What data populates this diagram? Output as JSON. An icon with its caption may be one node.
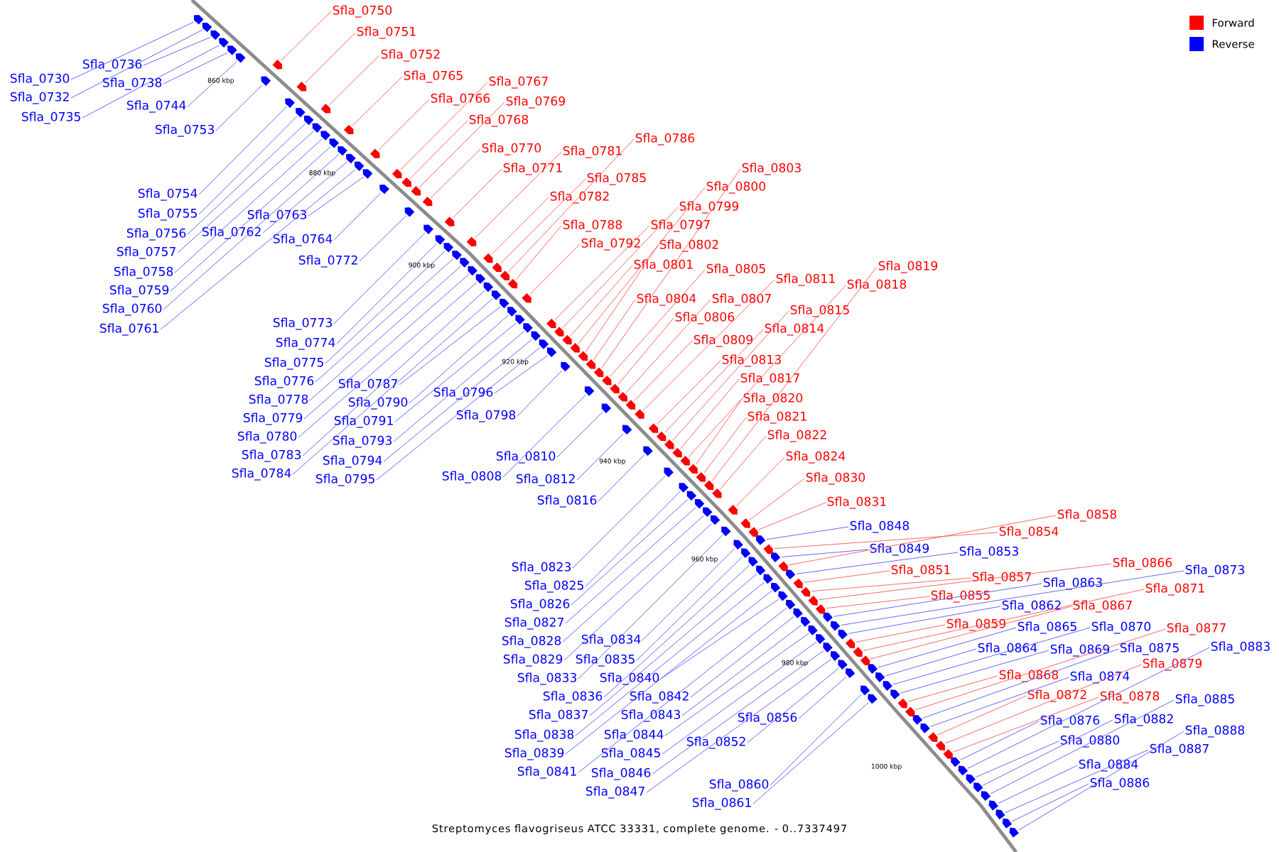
{
  "diagram": {
    "caption": "Streptomyces flavogriseus ATCC 33331, complete genome. - 0..7337497",
    "nodes": [
      {
        "text": [
          "Sfla_0730"
        ]
      },
      {
        "text": [
          "Sfla_0732"
        ]
      },
      {
        "text": [
          "Sfla_0735"
        ]
      },
      {
        "text": [
          "Sfla_0736"
        ]
      },
      {
        "text": [
          "Sfla_0738"
        ]
      },
      {
        "text": [
          "Sfla_0744"
        ]
      },
      {
        "text": [
          "Sfla_0753"
        ]
      },
      {
        "text": [
          "Sfla_0754"
        ]
      },
      {
        "text": [
          "Sfla_0755"
        ]
      },
      {
        "text": [
          "Sfla_0756"
        ]
      },
      {
        "text": [
          "Sfla_0757"
        ]
      },
      {
        "text": [
          "Sfla_0758"
        ]
      },
      {
        "text": [
          "Sfla_0759"
        ]
      },
      {
        "text": [
          "Sfla_0760"
        ]
      },
      {
        "text": [
          "Sfla_0761"
        ]
      },
      {
        "text": [
          "Sfla_0762"
        ]
      },
      {
        "text": [
          "Sfla_0763"
        ]
      },
      {
        "text": [
          "Sfla_0764"
        ]
      },
      {
        "text": [
          "Sfla_0772"
        ]
      },
      {
        "text": [
          "Sfla_0773"
        ]
      },
      {
        "text": [
          "Sfla_0774"
        ]
      },
      {
        "text": [
          "Sfla_0775"
        ]
      },
      {
        "text": [
          "Sfla_0776"
        ]
      },
      {
        "text": [
          "Sfla_0778"
        ]
      },
      {
        "text": [
          "Sfla_0779"
        ]
      },
      {
        "text": [
          "Sfla_0780"
        ]
      },
      {
        "text": [
          "Sfla_0783"
        ]
      },
      {
        "text": [
          "Sfla_0784"
        ]
      },
      {
        "text": [
          "Sfla_0787"
        ]
      },
      {
        "text": [
          "Sfla_0790"
        ]
      },
      {
        "text": [
          "Sfla_0791"
        ]
      },
      {
        "text": [
          "Sfla_0793"
        ]
      },
      {
        "text": [
          "Sfla_0794"
        ]
      },
      {
        "text": [
          "Sfla_0795"
        ]
      },
      {
        "text": [
          "Sfla_0796"
        ]
      },
      {
        "text": [
          "Sfla_0798"
        ]
      },
      {
        "text": [
          "Sfla_0810"
        ]
      },
      {
        "text": [
          "Sfla_0808"
        ]
      },
      {
        "text": [
          "Sfla_0812"
        ]
      },
      {
        "text": [
          "Sfla_0816"
        ]
      },
      {
        "text": [
          "Sfla_0823"
        ]
      },
      {
        "text": [
          "Sfla_0825"
        ]
      },
      {
        "text": [
          "Sfla_0826"
        ]
      },
      {
        "text": [
          "Sfla_0827"
        ]
      },
      {
        "text": [
          "Sfla_0828"
        ]
      },
      {
        "text": [
          "Sfla_0829"
        ]
      },
      {
        "text": [
          "Sfla_0833"
        ]
      },
      {
        "text": [
          "Sfla_0834"
        ]
      },
      {
        "text": [
          "Sfla_0835"
        ]
      },
      {
        "text": [
          "Sfla_0836"
        ]
      },
      {
        "text": [
          "Sfla_0837"
        ]
      },
      {
        "text": [
          "Sfla_0838"
        ]
      },
      {
        "text": [
          "Sfla_0839"
        ]
      },
      {
        "text": [
          "Sfla_0841"
        ]
      },
      {
        "text": [
          "Sfla_0840"
        ]
      },
      {
        "text": [
          "Sfla_0842"
        ]
      },
      {
        "text": [
          "Sfla_0843"
        ]
      },
      {
        "text": [
          "Sfla_0844"
        ]
      },
      {
        "text": [
          "Sfla_0845"
        ]
      },
      {
        "text": [
          "Sfla_0846"
        ]
      },
      {
        "text": [
          "Sfla_0847"
        ]
      },
      {
        "text": [
          "Sfla_0852"
        ]
      },
      {
        "text": [
          "Sfla_0856"
        ]
      },
      {
        "text": [
          "Sfla_0860"
        ]
      },
      {
        "text": [
          "Sfla_0861"
        ]
      },
      {
        "text": [
          "Sfla_0848"
        ]
      },
      {
        "text": [
          "Sfla_0849"
        ]
      },
      {
        "text": [
          "Sfla_0853"
        ]
      },
      {
        "text": [
          "Sfla_0862"
        ]
      },
      {
        "text": [
          "Sfla_0863"
        ]
      },
      {
        "text": [
          "Sfla_0864"
        ]
      },
      {
        "text": [
          "Sfla_0865"
        ]
      },
      {
        "text": [
          "Sfla_0869"
        ]
      },
      {
        "text": [
          "Sfla_0870"
        ]
      },
      {
        "text": [
          "Sfla_0873"
        ]
      },
      {
        "text": [
          "Sfla_0874"
        ]
      },
      {
        "text": [
          "Sfla_0875"
        ]
      },
      {
        "text": [
          "Sfla_0876"
        ]
      },
      {
        "text": [
          "Sfla_0880"
        ]
      },
      {
        "text": [
          "Sfla_0882"
        ]
      },
      {
        "text": [
          "Sfla_0883"
        ]
      },
      {
        "text": [
          "Sfla_0884"
        ]
      },
      {
        "text": [
          "Sfla_0885"
        ]
      },
      {
        "text": [
          "Sfla_0886"
        ]
      },
      {
        "text": [
          "Sfla_0887"
        ]
      },
      {
        "text": [
          "Sfla_0888"
        ]
      },
      {
        "text": [
          "Sfla_0750"
        ]
      },
      {
        "text": [
          "Sfla_0751"
        ]
      },
      {
        "text": [
          "Sfla_0752"
        ]
      },
      {
        "text": [
          "Sfla_0765"
        ]
      },
      {
        "text": [
          "Sfla_0766"
        ]
      },
      {
        "text": [
          "Sfla_0767"
        ]
      },
      {
        "text": [
          "Sfla_0768"
        ]
      },
      {
        "text": [
          "Sfla_0769"
        ]
      },
      {
        "text": [
          "Sfla_0770"
        ]
      },
      {
        "text": [
          "Sfla_0771"
        ]
      },
      {
        "text": [
          "Sfla_0781"
        ]
      },
      {
        "text": [
          "Sfla_0782"
        ]
      },
      {
        "text": [
          "Sfla_0785"
        ]
      },
      {
        "text": [
          "Sfla_0786"
        ]
      },
      {
        "text": [
          "Sfla_0788"
        ]
      },
      {
        "text": [
          "Sfla_0792"
        ]
      },
      {
        "text": [
          "Sfla_0797"
        ]
      },
      {
        "text": [
          "Sfla_0799"
        ]
      },
      {
        "text": [
          "Sfla_0800"
        ]
      },
      {
        "text": [
          "Sfla_0801"
        ]
      },
      {
        "text": [
          "Sfla_0802"
        ]
      },
      {
        "text": [
          "Sfla_0803"
        ]
      },
      {
        "text": [
          "Sfla_0804"
        ]
      },
      {
        "text": [
          "Sfla_0805"
        ]
      },
      {
        "text": [
          "Sfla_0806"
        ]
      },
      {
        "text": [
          "Sfla_0807"
        ]
      },
      {
        "text": [
          "Sfla_0809"
        ]
      },
      {
        "text": [
          "Sfla_0811"
        ]
      },
      {
        "text": [
          "Sfla_0813"
        ]
      },
      {
        "text": [
          "Sfla_0814"
        ]
      },
      {
        "text": [
          "Sfla_0815"
        ]
      },
      {
        "text": [
          "Sfla_0817"
        ]
      },
      {
        "text": [
          "Sfla_0818"
        ]
      },
      {
        "text": [
          "Sfla_0819"
        ]
      },
      {
        "text": [
          "Sfla_0820"
        ]
      },
      {
        "text": [
          "Sfla_0821"
        ]
      },
      {
        "text": [
          "Sfla_0822"
        ]
      },
      {
        "text": [
          "Sfla_0824"
        ]
      },
      {
        "text": [
          "Sfla_0830"
        ]
      },
      {
        "text": [
          "Sfla_0831"
        ]
      },
      {
        "text": [
          "Sfla_0851"
        ]
      },
      {
        "text": [
          "Sfla_0854"
        ]
      },
      {
        "text": [
          "Sfla_0855"
        ]
      },
      {
        "text": [
          "Sfla_0857"
        ]
      },
      {
        "text": [
          "Sfla_0858"
        ]
      },
      {
        "text": [
          "Sfla_0859"
        ]
      },
      {
        "text": [
          "Sfla_0866"
        ]
      },
      {
        "text": [
          "Sfla_0867"
        ]
      },
      {
        "text": [
          "Sfla_0868"
        ]
      },
      {
        "text": [
          "Sfla_0871"
        ]
      },
      {
        "text": [
          "Sfla_0872"
        ]
      },
      {
        "text": [
          "Sfla_0877"
        ]
      },
      {
        "text": [
          "Sfla_0878"
        ]
      },
      {
        "text": [
          "Sfla_0879"
        ]
      },
      {
        "text": [],
        "shape": "arrow"
      },
      {
        "text": [],
        "shape": "arrow"
      },
      {
        "text": [],
        "shape": "arrow"
      },
      {
        "text": [],
        "shape": "arrow"
      },
      {
        "text": [],
        "shape": "arrow"
      },
      {
        "text": [],
        "shape": "arrow"
      },
      {
        "text": [],
        "shape": "arrow"
      },
      {
        "text": [],
        "shape": "arrow"
      },
      {
        "text": [],
        "shape": "arrow"
      },
      {
        "text": [],
        "shape": "arrow"
      },
      {
        "text": [],
        "shape": "arrow"
      },
      {
        "text": [],
        "shape": "arrow"
      },
      {
        "text": [],
        "shape": "arrow"
      },
      {
        "text": [],
        "shape": "arrow"
      },
      {
        "text": [],
        "shape": "arrow"
      },
      {
        "text": [],
        "shape": "arrow"
      },
      {
        "text": [],
        "shape": "arrow"
      },
      {
        "text": [],
        "shape": "arrow"
      },
      {
        "text": [],
        "shape": "arrow"
      },
      {
        "text": [],
        "shape": "arrow"
      },
      {
        "text": [],
        "shape": "arrow"
      },
      {
        "text": [],
        "shape": "arrow"
      },
      {
        "text": [],
        "shape": "arrow"
      },
      {
        "text": [],
        "shape": "arrow"
      },
      {
        "text": [],
        "shape": "arrow"
      },
      {
        "text": [],
        "shape": "arrow"
      },
      {
        "text": [],
        "shape": "arrow"
      },
      {
        "text": [],
        "shape": "arrow"
      },
      {
        "text": [],
        "shape": "arrow"
      },
      {
        "text": [],
        "shape": "arrow"
      },
      {
        "text": [],
        "shape": "arrow"
      },
      {
        "text": [],
        "shape": "arrow"
      },
      {
        "text": [],
        "shape": "arrow"
      },
      {
        "text": [],
        "shape": "arrow"
      },
      {
        "text": [],
        "shape": "arrow"
      },
      {
        "text": [],
        "shape": "arrow"
      },
      {
        "text": [],
        "shape": "arrow"
      },
      {
        "text": [],
        "shape": "arrow"
      },
      {
        "text": [],
        "shape": "arrow"
      },
      {
        "text": [],
        "shape": "arrow"
      },
      {
        "text": [],
        "shape": "arrow"
      },
      {
        "text": [],
        "shape": "arrow"
      },
      {
        "text": [],
        "shape": "arrow"
      },
      {
        "text": [],
        "shape": "arrow"
      },
      {
        "text": [],
        "shape": "arrow"
      },
      {
        "text": [],
        "shape": "arrow"
      },
      {
        "text": [],
        "shape": "arrow"
      },
      {
        "text": [],
        "shape": "arrow"
      },
      {
        "text": [],
        "shape": "arrow"
      },
      {
        "text": [],
        "shape": "arrow"
      },
      {
        "text": [],
        "shape": "arrow"
      },
      {
        "text": [],
        "shape": "arrow"
      },
      {
        "text": [],
        "shape": "arrow"
      },
      {
        "text": [],
        "shape": "arrow"
      },
      {
        "text": [],
        "shape": "arrow"
      },
      {
        "text": [],
        "shape": "arrow"
      },
      {
        "text": [],
        "shape": "arrow"
      },
      {
        "text": [],
        "shape": "arrow"
      },
      {
        "text": [],
        "shape": "arrow"
      },
      {
        "text": [],
        "shape": "arrow"
      },
      {
        "text": [],
        "shape": "arrow"
      },
      {
        "text": [],
        "shape": "arrow"
      },
      {
        "text": [],
        "shape": "arrow"
      },
      {
        "text": [],
        "shape": "arrow"
      },
      {
        "text": [],
        "shape": "arrow"
      },
      {
        "text": [],
        "shape": "arrow"
      },
      {
        "text": [],
        "shape": "arrow"
      },
      {
        "text": [],
        "shape": "arrow"
      },
      {
        "text": [],
        "shape": "arrow"
      },
      {
        "text": [],
        "shape": "arrow"
      },
      {
        "text": [],
        "shape": "arrow"
      },
      {
        "text": [],
        "shape": "arrow"
      },
      {
        "text": [],
        "shape": "arrow"
      },
      {
        "text": [],
        "shape": "arrow"
      },
      {
        "text": [],
        "shape": "arrow"
      },
      {
        "text": [],
        "shape": "arrow"
      },
      {
        "text": [],
        "shape": "arrow"
      },
      {
        "text": [],
        "shape": "arrow"
      },
      {
        "text": [],
        "shape": "arrow"
      },
      {
        "text": [],
        "shape": "arrow"
      },
      {
        "text": [],
        "shape": "arrow"
      },
      {
        "text": [],
        "shape": "arrow"
      },
      {
        "text": [],
        "shape": "arrow"
      },
      {
        "text": [],
        "shape": "arrow"
      },
      {
        "text": [],
        "shape": "arrow"
      },
      {
        "text": [],
        "shape": "arrow"
      },
      {
        "text": [],
        "shape": "arrow"
      },
      {
        "text": [],
        "shape": "arrow"
      },
      {
        "text": [],
        "shape": "arrow"
      },
      {
        "text": [],
        "shape": "arrow"
      },
      {
        "text": [],
        "shape": "arrow"
      },
      {
        "text": [],
        "shape": "arrow"
      },
      {
        "text": [],
        "shape": "arrow"
      },
      {
        "text": [],
        "shape": "arrow"
      },
      {
        "text": [],
        "shape": "arrow"
      },
      {
        "text": [],
        "shape": "arrow"
      },
      {
        "text": [],
        "shape": "arrow"
      },
      {
        "text": [],
        "shape": "arrow"
      },
      {
        "text": [],
        "shape": "arrow"
      },
      {
        "text": [],
        "shape": "arrow"
      },
      {
        "text": [],
        "shape": "arrow"
      },
      {
        "text": [],
        "shape": "arrow"
      },
      {
        "text": [],
        "shape": "arrow"
      },
      {
        "text": [],
        "shape": "arrow"
      },
      {
        "text": [],
        "shape": "arrow"
      },
      {
        "text": [],
        "shape": "arrow"
      },
      {
        "text": [],
        "shape": "arrow"
      },
      {
        "text": [],
        "shape": "arrow"
      },
      {
        "text": [],
        "shape": "arrow"
      },
      {
        "text": [],
        "shape": "arrow"
      },
      {
        "text": [],
        "shape": "arrow"
      },
      {
        "text": [],
        "shape": "arrow"
      },
      {
        "text": [],
        "shape": "arrow"
      },
      {
        "text": [],
        "shape": "arrow"
      },
      {
        "text": [],
        "shape": "arrow"
      },
      {
        "text": [],
        "shape": "arrow"
      },
      {
        "text": [],
        "shape": "arrow"
      },
      {
        "text": [],
        "shape": "arrow"
      },
      {
        "text": [],
        "shape": "arrow"
      },
      {
        "text": [],
        "shape": "arrow"
      },
      {
        "text": [],
        "shape": "arrow"
      },
      {
        "text": [],
        "shape": "arrow"
      },
      {
        "text": [],
        "shape": "arrow"
      },
      {
        "text": [],
        "shape": "arrow"
      },
      {
        "text": [],
        "shape": "arrow"
      },
      {
        "text": [],
        "shape": "arrow"
      },
      {
        "text": [],
        "shape": "arrow"
      },
      {
        "text": [],
        "shape": "arrow"
      },
      {
        "text": [],
        "shape": "arrow"
      },
      {
        "text": [],
        "shape": "arrow"
      },
      {
        "text": [],
        "shape": "arrow"
      },
      {
        "text": [],
        "shape": "arrow"
      },
      {
        "text": [],
        "shape": "arrow"
      },
      {
        "text": [],
        "shape": "arrow"
      },
      {
        "text": [],
        "shape": "arrow"
      },
      {
        "text": [],
        "shape": "arrow"
      },
      {
        "text": [],
        "shape": "arrow"
      },
      {
        "text": [],
        "shape": "arrow"
      },
      {
        "text": [],
        "shape": "arrow"
      },
      {
        "text": [],
        "shape": "arrow"
      }
    ],
    "edges": [
      {
        "from": 0,
        "to": 140,
        "arrow": "none",
        "color": "#5555ff"
      },
      {
        "from": 1,
        "to": 141,
        "arrow": "none",
        "color": "#5555ff"
      },
      {
        "from": 2,
        "to": 142,
        "arrow": "none",
        "color": "#5555ff"
      },
      {
        "from": 3,
        "to": 143,
        "arrow": "none",
        "color": "#5555ff"
      },
      {
        "from": 4,
        "to": 144,
        "arrow": "none",
        "color": "#5555ff"
      },
      {
        "from": 5,
        "to": 145,
        "arrow": "none",
        "color": "#5555ff"
      },
      {
        "from": 6,
        "to": 146,
        "arrow": "none",
        "color": "#5555ff"
      },
      {
        "from": 7,
        "to": 147,
        "arrow": "none",
        "color": "#5555ff"
      },
      {
        "from": 8,
        "to": 148,
        "arrow": "none",
        "color": "#5555ff"
      },
      {
        "from": 9,
        "to": 149,
        "arrow": "none",
        "color": "#5555ff"
      },
      {
        "from": 10,
        "to": 150,
        "arrow": "none",
        "color": "#5555ff"
      },
      {
        "from": 11,
        "to": 151,
        "arrow": "none",
        "color": "#5555ff"
      },
      {
        "from": 12,
        "to": 152,
        "arrow": "none",
        "color": "#5555ff"
      },
      {
        "from": 13,
        "to": 153,
        "arrow": "none",
        "color": "#5555ff"
      },
      {
        "from": 14,
        "to": 154,
        "arrow": "none",
        "color": "#5555ff"
      },
      {
        "from": 15,
        "to": 155,
        "arrow": "none",
        "color": "#5555ff"
      },
      {
        "from": 16,
        "to": 156,
        "arrow": "none",
        "color": "#5555ff"
      },
      {
        "from": 17,
        "to": 157,
        "arrow": "none",
        "color": "#5555ff"
      },
      {
        "from": 18,
        "to": 158,
        "arrow": "none",
        "color": "#5555ff"
      },
      {
        "from": 19,
        "to": 159,
        "arrow": "none",
        "color": "#5555ff"
      },
      {
        "from": 20,
        "to": 160,
        "arrow": "none",
        "color": "#5555ff"
      },
      {
        "from": 21,
        "to": 161,
        "arrow": "none",
        "color": "#5555ff"
      },
      {
        "from": 22,
        "to": 162,
        "arrow": "none",
        "color": "#5555ff"
      },
      {
        "from": 23,
        "to": 163,
        "arrow": "none",
        "color": "#5555ff"
      },
      {
        "from": 24,
        "to": 164,
        "arrow": "none",
        "color": "#5555ff"
      },
      {
        "from": 25,
        "to": 165,
        "arrow": "none",
        "color": "#5555ff"
      },
      {
        "from": 26,
        "to": 166,
        "arrow": "none",
        "color": "#5555ff"
      },
      {
        "from": 27,
        "to": 167,
        "arrow": "none",
        "color": "#5555ff"
      },
      {
        "from": 28,
        "to": 168,
        "arrow": "none",
        "color": "#5555ff"
      },
      {
        "from": 29,
        "to": 169,
        "arrow": "none",
        "color": "#5555ff"
      },
      {
        "from": 30,
        "to": 170,
        "arrow": "none",
        "color": "#5555ff"
      },
      {
        "from": 31,
        "to": 171,
        "arrow": "none",
        "color": "#5555ff"
      },
      {
        "from": 32,
        "to": 172,
        "arrow": "none",
        "color": "#5555ff"
      },
      {
        "from": 33,
        "to": 173,
        "arrow": "none",
        "color": "#5555ff"
      },
      {
        "from": 34,
        "to": 174,
        "arrow": "none",
        "color": "#5555ff"
      },
      {
        "from": 35,
        "to": 175,
        "arrow": "none",
        "color": "#5555ff"
      },
      {
        "from": 36,
        "to": 176,
        "arrow": "none",
        "color": "#5555ff"
      },
      {
        "from": 37,
        "to": 177,
        "arrow": "none",
        "color": "#5555ff"
      },
      {
        "from": 38,
        "to": 178,
        "arrow": "none",
        "color": "#5555ff"
      },
      {
        "from": 39,
        "to": 179,
        "arrow": "none",
        "color": "#5555ff"
      },
      {
        "from": 40,
        "to": 180,
        "arrow": "none",
        "color": "#5555ff"
      },
      {
        "from": 41,
        "to": 181,
        "arrow": "none",
        "color": "#5555ff"
      },
      {
        "from": 42,
        "to": 182,
        "arrow": "none",
        "color": "#5555ff"
      },
      {
        "from": 43,
        "to": 183,
        "arrow": "none",
        "color": "#5555ff"
      },
      {
        "from": 44,
        "to": 184,
        "arrow": "none",
        "color": "#5555ff"
      },
      {
        "from": 45,
        "to": 185,
        "arrow": "none",
        "color": "#5555ff"
      },
      {
        "from": 46,
        "to": 186,
        "arrow": "none",
        "color": "#5555ff"
      },
      {
        "from": 47,
        "to": 187,
        "arrow": "none",
        "color": "#5555ff"
      },
      {
        "from": 48,
        "to": 188,
        "arrow": "none",
        "color": "#5555ff"
      },
      {
        "from": 49,
        "to": 189,
        "arrow": "none",
        "color": "#5555ff"
      },
      {
        "from": 50,
        "to": 190,
        "arrow": "none",
        "color": "#5555ff"
      },
      {
        "from": 51,
        "to": 191,
        "arrow": "none",
        "color": "#5555ff"
      },
      {
        "from": 52,
        "to": 192,
        "arrow": "none",
        "color": "#5555ff"
      },
      {
        "from": 53,
        "to": 193,
        "arrow": "none",
        "color": "#5555ff"
      },
      {
        "from": 54,
        "to": 194,
        "arrow": "none",
        "color": "#5555ff"
      },
      {
        "from": 55,
        "to": 195,
        "arrow": "none",
        "color": "#5555ff"
      },
      {
        "from": 56,
        "to": 196,
        "arrow": "none",
        "color": "#5555ff"
      },
      {
        "from": 57,
        "to": 197,
        "arrow": "none",
        "color": "#5555ff"
      },
      {
        "from": 58,
        "to": 198,
        "arrow": "none",
        "color": "#5555ff"
      },
      {
        "from": 59,
        "to": 199,
        "arrow": "none",
        "color": "#5555ff"
      },
      {
        "from": 60,
        "to": 200,
        "arrow": "none",
        "color": "#5555ff"
      },
      {
        "from": 61,
        "to": 201,
        "arrow": "none",
        "color": "#5555ff"
      },
      {
        "from": 62,
        "to": 202,
        "arrow": "none",
        "color": "#5555ff"
      },
      {
        "from": 63,
        "to": 203,
        "arrow": "none",
        "color": "#5555ff"
      },
      {
        "from": 64,
        "to": 204,
        "arrow": "none",
        "color": "#5555ff"
      },
      {
        "from": 65,
        "to": 205,
        "arrow": "none",
        "color": "#5555ff"
      },
      {
        "from": 66,
        "to": 206,
        "arrow": "none",
        "color": "#5555ff"
      },
      {
        "from": 67,
        "to": 207,
        "arrow": "none",
        "color": "#5555ff"
      },
      {
        "from": 68,
        "to": 208,
        "arrow": "none",
        "color": "#5555ff"
      },
      {
        "from": 69,
        "to": 209,
        "arrow": "none",
        "color": "#5555ff"
      },
      {
        "from": 70,
        "to": 210,
        "arrow": "none",
        "color": "#5555ff"
      },
      {
        "from": 71,
        "to": 211,
        "arrow": "none",
        "color": "#5555ff"
      },
      {
        "from": 72,
        "to": 212,
        "arrow": "none",
        "color": "#5555ff"
      },
      {
        "from": 73,
        "to": 213,
        "arrow": "none",
        "color": "#5555ff"
      },
      {
        "from": 74,
        "to": 214,
        "arrow": "none",
        "color": "#5555ff"
      },
      {
        "from": 75,
        "to": 215,
        "arrow": "none",
        "color": "#5555ff"
      },
      {
        "from": 76,
        "to": 216,
        "arrow": "none",
        "color": "#5555ff"
      },
      {
        "from": 77,
        "to": 217,
        "arrow": "none",
        "color": "#5555ff"
      },
      {
        "from": 78,
        "to": 218,
        "arrow": "none",
        "color": "#5555ff"
      },
      {
        "from": 79,
        "to": 219,
        "arrow": "none",
        "color": "#5555ff"
      },
      {
        "from": 80,
        "to": 220,
        "arrow": "none",
        "color": "#5555ff"
      },
      {
        "from": 81,
        "to": 221,
        "arrow": "none",
        "color": "#5555ff"
      },
      {
        "from": 82,
        "to": 222,
        "arrow": "none",
        "color": "#5555ff"
      },
      {
        "from": 83,
        "to": 223,
        "arrow": "none",
        "color": "#5555ff"
      },
      {
        "from": 84,
        "to": 224,
        "arrow": "none",
        "color": "#5555ff"
      },
      {
        "from": 85,
        "to": 225,
        "arrow": "none",
        "color": "#5555ff"
      },
      {
        "from": 86,
        "to": 226,
        "arrow": "none",
        "color": "#ff5555"
      },
      {
        "from": 87,
        "to": 227,
        "arrow": "none",
        "color": "#ff5555"
      },
      {
        "from": 88,
        "to": 228,
        "arrow": "none",
        "color": "#ff5555"
      },
      {
        "from": 89,
        "to": 229,
        "arrow": "none",
        "color": "#ff5555"
      },
      {
        "from": 90,
        "to": 230,
        "arrow": "none",
        "color": "#ff5555"
      },
      {
        "from": 91,
        "to": 231,
        "arrow": "none",
        "color": "#ff5555"
      },
      {
        "from": 92,
        "to": 232,
        "arrow": "none",
        "color": "#ff5555"
      },
      {
        "from": 93,
        "to": 233,
        "arrow": "none",
        "color": "#ff5555"
      },
      {
        "from": 94,
        "to": 234,
        "arrow": "none",
        "color": "#ff5555"
      },
      {
        "from": 95,
        "to": 235,
        "arrow": "none",
        "color": "#ff5555"
      },
      {
        "from": 96,
        "to": 236,
        "arrow": "none",
        "color": "#ff5555"
      },
      {
        "from": 97,
        "to": 237,
        "arrow": "none",
        "color": "#ff5555"
      },
      {
        "from": 98,
        "to": 238,
        "arrow": "none",
        "color": "#ff5555"
      },
      {
        "from": 99,
        "to": 239,
        "arrow": "none",
        "color": "#ff5555"
      },
      {
        "from": 100,
        "to": 240,
        "arrow": "none",
        "color": "#ff5555"
      },
      {
        "from": 101,
        "to": 241,
        "arrow": "none",
        "color": "#ff5555"
      },
      {
        "from": 102,
        "to": 242,
        "arrow": "none",
        "color": "#ff5555"
      },
      {
        "from": 103,
        "to": 243,
        "arrow": "none",
        "color": "#ff5555"
      },
      {
        "from": 104,
        "to": 244,
        "arrow": "none",
        "color": "#ff5555"
      },
      {
        "from": 105,
        "to": 245,
        "arrow": "none",
        "color": "#ff5555"
      },
      {
        "from": 106,
        "to": 246,
        "arrow": "none",
        "color": "#ff5555"
      },
      {
        "from": 107,
        "to": 247,
        "arrow": "none",
        "color": "#ff5555"
      },
      {
        "from": 108,
        "to": 248,
        "arrow": "none",
        "color": "#ff5555"
      },
      {
        "from": 109,
        "to": 249,
        "arrow": "none",
        "color": "#ff5555"
      },
      {
        "from": 110,
        "to": 250,
        "arrow": "none",
        "color": "#ff5555"
      },
      {
        "from": 111,
        "to": 251,
        "arrow": "none",
        "color": "#ff5555"
      },
      {
        "from": 112,
        "to": 252,
        "arrow": "none",
        "color": "#ff5555"
      },
      {
        "from": 113,
        "to": 253,
        "arrow": "none",
        "color": "#ff5555"
      },
      {
        "from": 114,
        "to": 254,
        "arrow": "none",
        "color": "#ff5555"
      },
      {
        "from": 115,
        "to": 255,
        "arrow": "none",
        "color": "#ff5555"
      },
      {
        "from": 116,
        "to": 256,
        "arrow": "none",
        "color": "#ff5555"
      },
      {
        "from": 117,
        "to": 257,
        "arrow": "none",
        "color": "#ff5555"
      },
      {
        "from": 118,
        "to": 258,
        "arrow": "none",
        "color": "#ff5555"
      },
      {
        "from": 119,
        "to": 259,
        "arrow": "none",
        "color": "#ff5555"
      },
      {
        "from": 120,
        "to": 260,
        "arrow": "none",
        "color": "#ff5555"
      },
      {
        "from": 121,
        "to": 261,
        "arrow": "none",
        "color": "#ff5555"
      },
      {
        "from": 122,
        "to": 262,
        "arrow": "none",
        "color": "#ff5555"
      },
      {
        "from": 123,
        "to": 263,
        "arrow": "none",
        "color": "#ff5555"
      },
      {
        "from": 124,
        "to": 264,
        "arrow": "none",
        "color": "#ff5555"
      },
      {
        "from": 125,
        "to": 265,
        "arrow": "none",
        "color": "#ff5555"
      },
      {
        "from": 126,
        "to": 266,
        "arrow": "none",
        "color": "#ff5555"
      },
      {
        "from": 127,
        "to": 267,
        "arrow": "none",
        "color": "#ff5555"
      },
      {
        "from": 128,
        "to": 268,
        "arrow": "none",
        "color": "#ff5555"
      },
      {
        "from": 129,
        "to": 269,
        "arrow": "none",
        "color": "#ff5555"
      },
      {
        "from": 130,
        "to": 270,
        "arrow": "none",
        "color": "#ff5555"
      },
      {
        "from": 131,
        "to": 271,
        "arrow": "none",
        "color": "#ff5555"
      },
      {
        "from": 132,
        "to": 272,
        "arrow": "none",
        "color": "#ff5555"
      },
      {
        "from": 133,
        "to": 273,
        "arrow": "none",
        "color": "#ff5555"
      },
      {
        "from": 134,
        "to": 274,
        "arrow": "none",
        "color": "#ff5555"
      },
      {
        "from": 135,
        "to": 275,
        "arrow": "none",
        "color": "#ff5555"
      },
      {
        "from": 136,
        "to": 276,
        "arrow": "none",
        "color": "#ff5555"
      },
      {
        "from": 137,
        "to": 277,
        "arrow": "none",
        "color": "#ff5555"
      },
      {
        "from": 138,
        "to": 278,
        "arrow": "none",
        "color": "#ff5555"
      },
      {
        "from": 139,
        "to": 279,
        "arrow": "none",
        "color": "#ff5555"
      }
    ],
    "labels": [
      "860 kbp",
      "880 kbp",
      "900 kbp",
      "920 kbp",
      "940 kbp",
      "960 kbp",
      "980 kbp",
      "1000 kbp"
    ],
    "legend": [
      {
        "text": "Forward",
        "color": "#ff0000"
      },
      {
        "text": "Reverse",
        "color": "#0000ff"
      }
    ]
  }
}
